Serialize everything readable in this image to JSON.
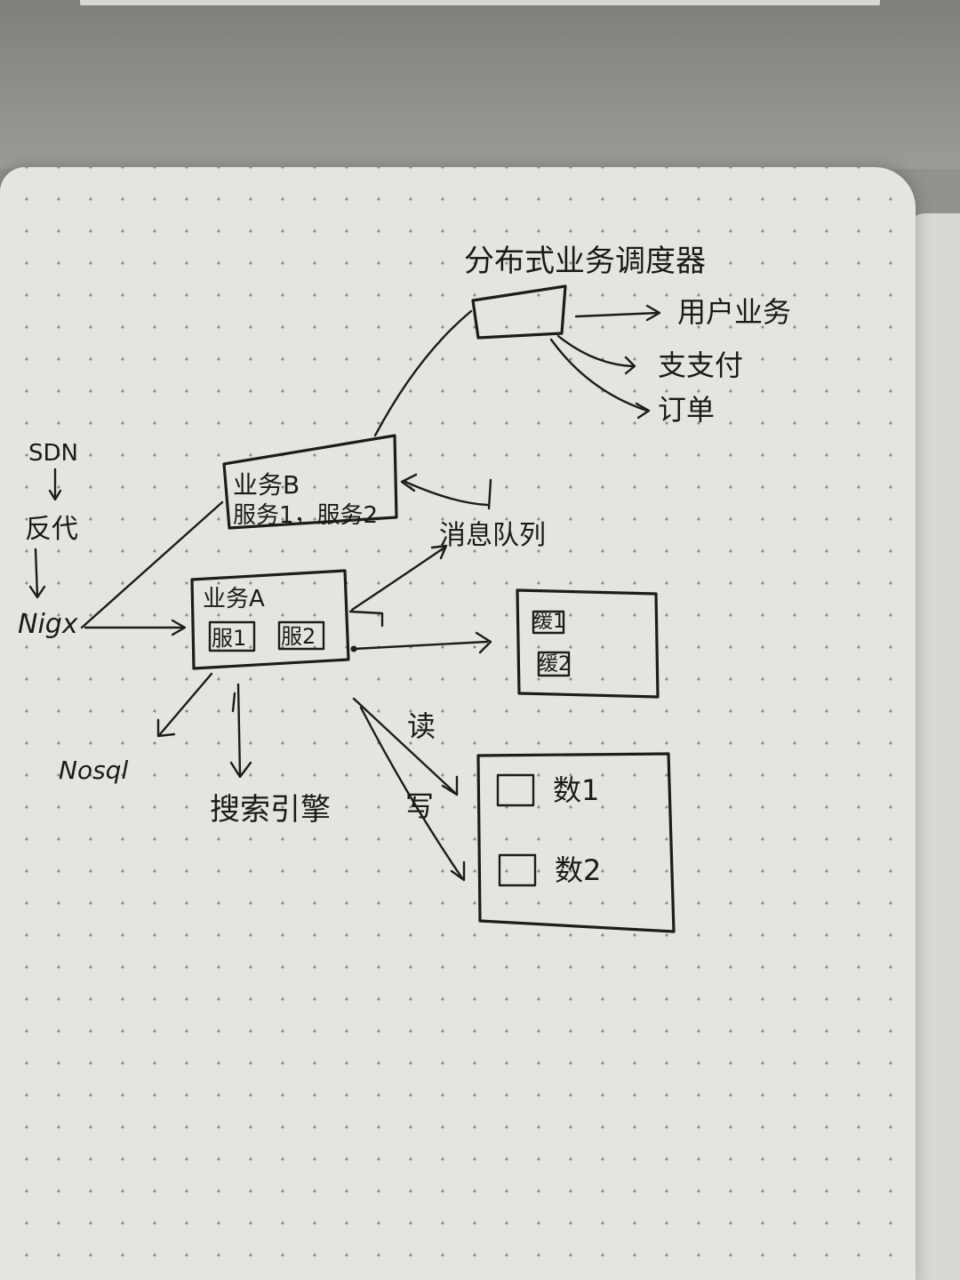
{
  "labels": {
    "title": "分布式业务调度器",
    "user_service": "用户业务",
    "payment": "支支付",
    "order": "订单",
    "cdn": "SDN",
    "proxy": "反代",
    "nginx": "Nigx",
    "biz_b": "业务B",
    "biz_b_services": "服务1，服务2",
    "mq": "消息队列",
    "biz_a": "业务A",
    "biz_a_s1": "服1",
    "biz_a_s2": "服2",
    "cache_1": "缓1",
    "cache_2": "缓2",
    "nosql": "Nosql",
    "search": "搜索引擎",
    "read": "读",
    "write": "写",
    "db_1": "数1",
    "db_2": "数2"
  },
  "colors": {
    "ink": "#1c1c1c",
    "paper": "#e4e4e0",
    "dot": "#8a8a86"
  }
}
